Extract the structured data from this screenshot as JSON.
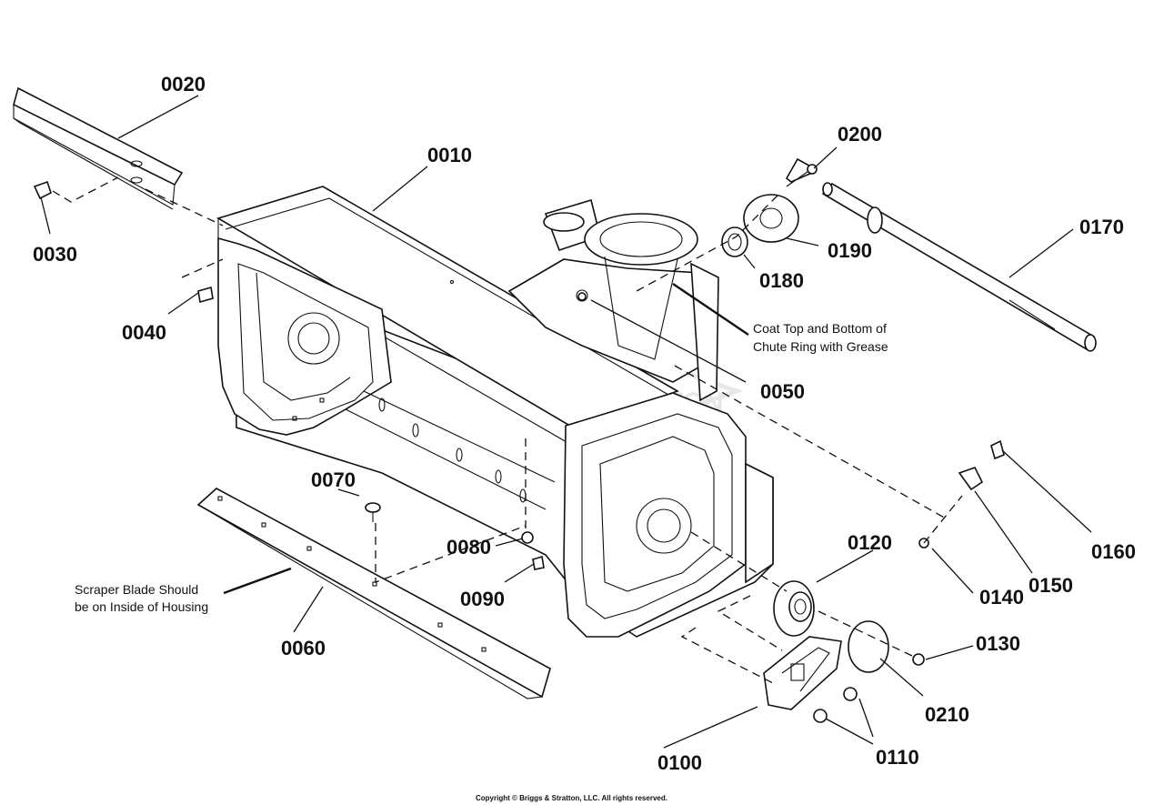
{
  "diagram": {
    "watermark": "BRIGGS&STRATTON",
    "copyright": "Copyright © Briggs & Stratton, LLC. All rights reserved.",
    "notes": {
      "grease_line1": "Coat Top and Bottom of",
      "grease_line2": "Chute Ring with Grease",
      "scraper_line1": "Scraper Blade Should",
      "scraper_line2": "be on Inside of Housing"
    },
    "parts": {
      "p0010": "0010",
      "p0020": "0020",
      "p0030": "0030",
      "p0040": "0040",
      "p0050": "0050",
      "p0060": "0060",
      "p0070": "0070",
      "p0080": "0080",
      "p0090": "0090",
      "p0100": "0100",
      "p0110": "0110",
      "p0120": "0120",
      "p0130": "0130",
      "p0140": "0140",
      "p0150": "0150",
      "p0160": "0160",
      "p0170": "0170",
      "p0180": "0180",
      "p0190": "0190",
      "p0200": "0200",
      "p0210": "0210"
    }
  }
}
